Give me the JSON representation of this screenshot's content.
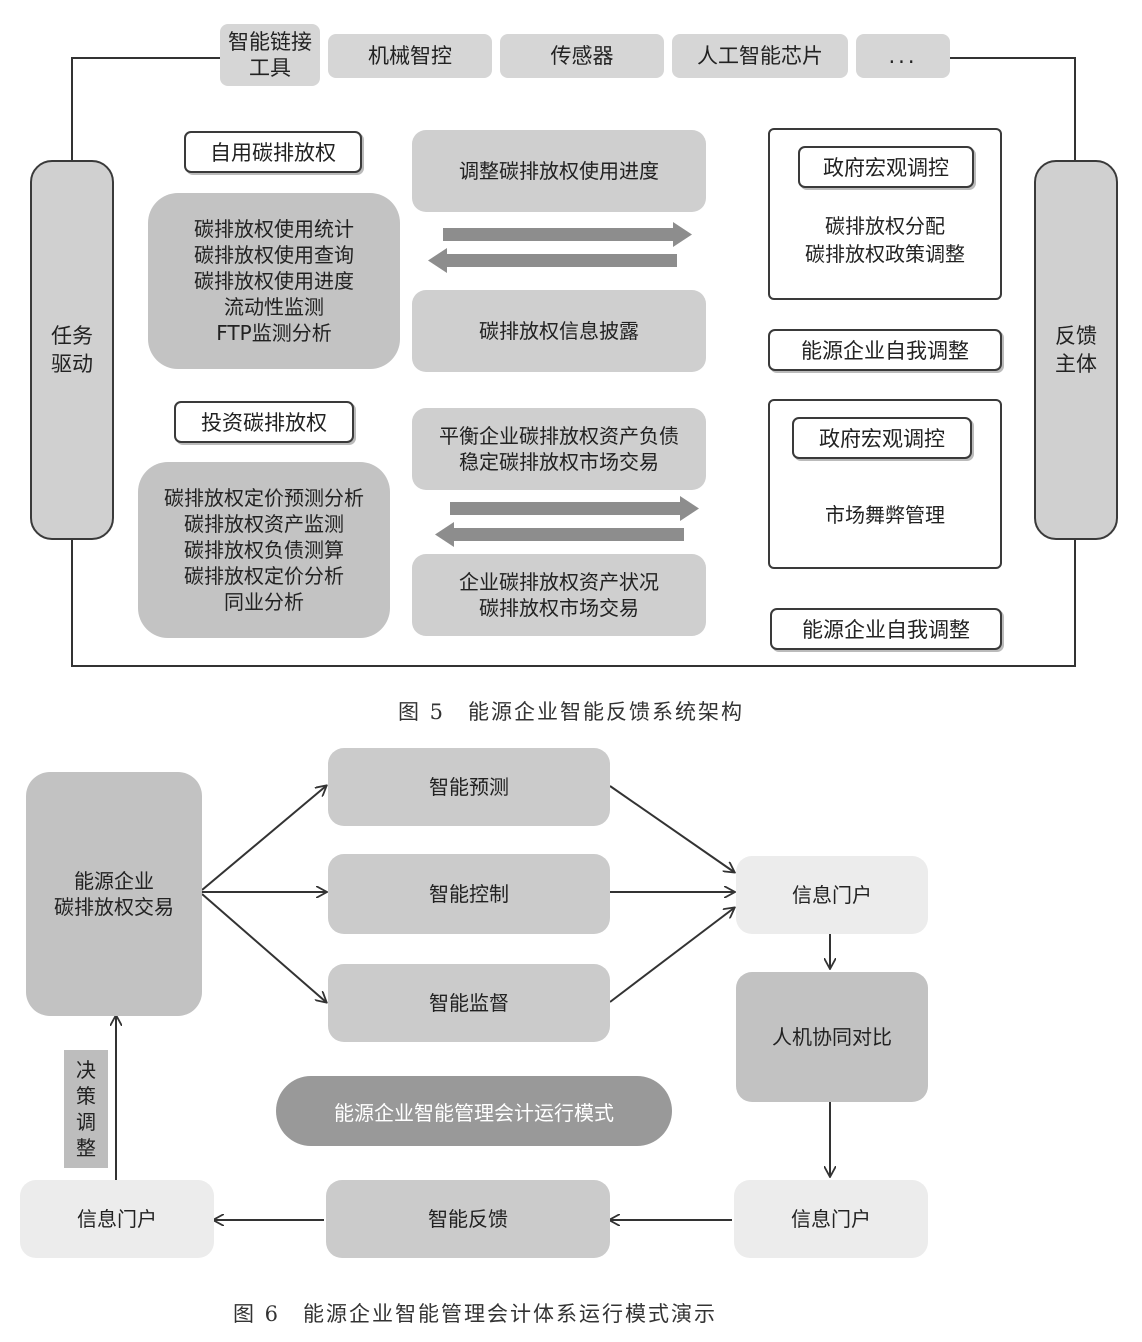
{
  "fig5": {
    "tools": [
      "智能链接\n工具",
      "机械智控",
      "传感器",
      "人工智能芯片",
      "..."
    ],
    "task_driver": "任务\n驱动",
    "feedback_subject": "反馈\n主体",
    "self_use": {
      "label": "自用碳排放权",
      "items": "碳排放权使用统计\n碳排放权使用查询\n碳排放权使用进度\n流动性监测\nFTP监测分析"
    },
    "adjust_progress": "调整碳排放权使用进度",
    "info_disclosure": "碳排放权信息披露",
    "invest": {
      "label": "投资碳排放权",
      "items": "碳排放权定价预测分析\n碳排放权资产监测\n碳排放权负债测算\n碳排放权定价分析\n同业分析"
    },
    "balance": "平衡企业碳排放权资产负债\n稳定碳排放权市场交易",
    "asset_status": "企业碳排放权资产状况\n碳排放权市场交易",
    "gov_macro_1": "政府宏观调控",
    "gov_text_1": "碳排放权分配\n碳排放权政策调整",
    "self_adjust_1": "能源企业自我调整",
    "gov_macro_2": "政府宏观调控",
    "gov_text_2": "市场舞弊管理",
    "self_adjust_2": "能源企业自我调整",
    "caption": "图 5　能源企业智能反馈系统架构"
  },
  "fig6": {
    "source": "能源企业\n碳排放权交易",
    "predict": "智能预测",
    "control": "智能控制",
    "supervise": "智能监督",
    "portal_top": "信息门户",
    "compare": "人机协同对比",
    "portal_bottom_right": "信息门户",
    "feedback": "智能反馈",
    "portal_bottom_left": "信息门户",
    "decision": "决\n策\n调\n整",
    "mode": "能源企业智能管理会计运行模式",
    "caption": "图 6　能源企业智能管理会计体系运行模式演示"
  }
}
